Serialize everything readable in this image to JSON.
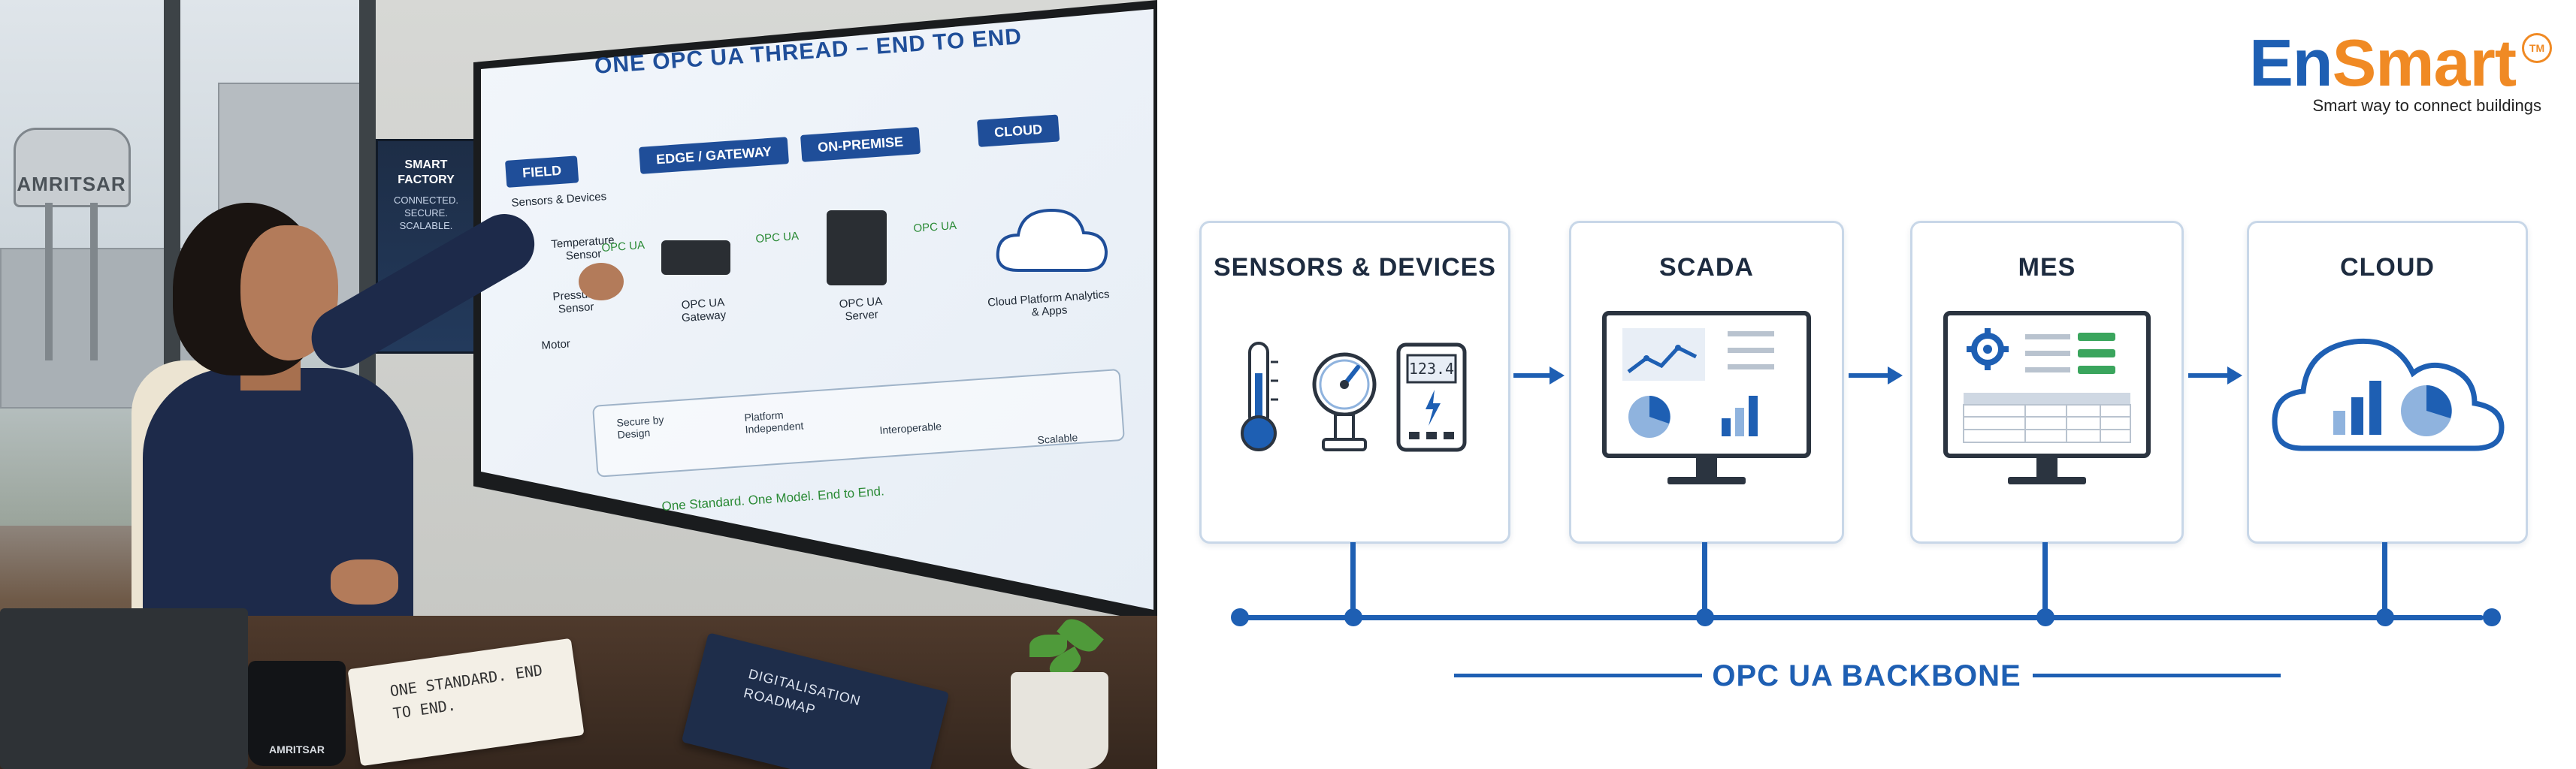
{
  "photo": {
    "screen_title": "ONE OPC UA THREAD – END TO END",
    "stages": [
      "FIELD",
      "EDGE / GATEWAY",
      "ON-PREMISE",
      "CLOUD"
    ],
    "field_devices_heading": "Sensors & Devices",
    "field_devices": [
      "Temperature Sensor",
      "Pressure Sensor",
      "Motor"
    ],
    "link_label": "OPC UA",
    "gateway_label": "OPC UA Gateway",
    "server_label": "OPC UA Server",
    "cloud_label": "Cloud Platform Analytics & Apps",
    "features": [
      "Secure by Design",
      "Platform Independent",
      "Interoperable",
      "Scalable"
    ],
    "footer_text": "One Standard. One Model. End to End.",
    "poster_title": "SMART FACTORY",
    "poster_subtitle": "CONNECTED. SECURE. SCALABLE.",
    "tower_text": "AMRITSAR",
    "mug_text": "AMRITSAR",
    "notebook_text": "ONE STANDARD. END TO END.",
    "book_text": "DIGITALISATION ROADMAP"
  },
  "logo": {
    "en": "En",
    "smart": "Smart",
    "tm": "TM",
    "tagline": "Smart way to connect buildings",
    "colors": {
      "blue": "#1e5fb3",
      "orange": "#f08a24"
    }
  },
  "diagram": {
    "cards": [
      {
        "title": "SENSORS & DEVICES",
        "icon": "sensors-icon"
      },
      {
        "title": "SCADA",
        "icon": "scada-monitor-icon"
      },
      {
        "title": "MES",
        "icon": "mes-monitor-icon"
      },
      {
        "title": "CLOUD",
        "icon": "cloud-analytics-icon"
      }
    ],
    "meter_readout": "123.4",
    "backbone_label": "OPC UA BACKBONE",
    "accent_color": "#1e5fb3",
    "light_blue": "#8fb3de"
  }
}
